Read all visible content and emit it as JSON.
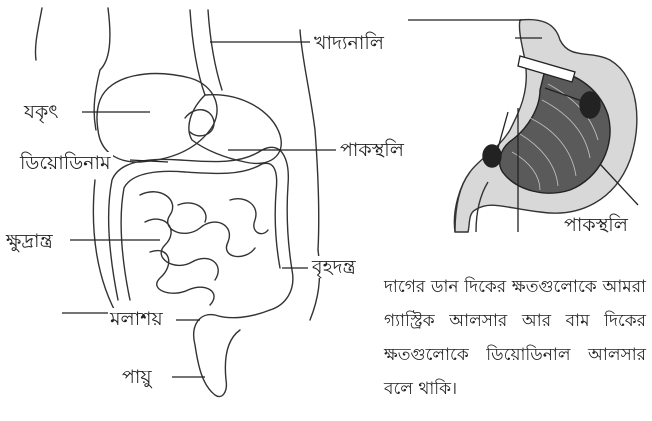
{
  "digestive_labels": {
    "esophagus": "খাদ্যনালি",
    "liver": "যকৃৎ",
    "stomach": "পাকস্থলি",
    "duodenum": "ডিয়োডিনাম",
    "small_intestine": "ক্ষুদ্রান্ত্র",
    "large_intestine": "বৃহদন্ত্র",
    "rectum": "মলাশয়",
    "anus": "পায়ু"
  },
  "stomach_figure": {
    "label": "পাকস্থলি"
  },
  "note": {
    "text": "দাগের ডান দিকের ক্ষতগুলোকে আমরা গ্যাস্ট্রিক আলসার আর বাম দিকের ক্ষতগুলোকে ডিয়োডিনাল আলসার বলে থাকি।"
  }
}
